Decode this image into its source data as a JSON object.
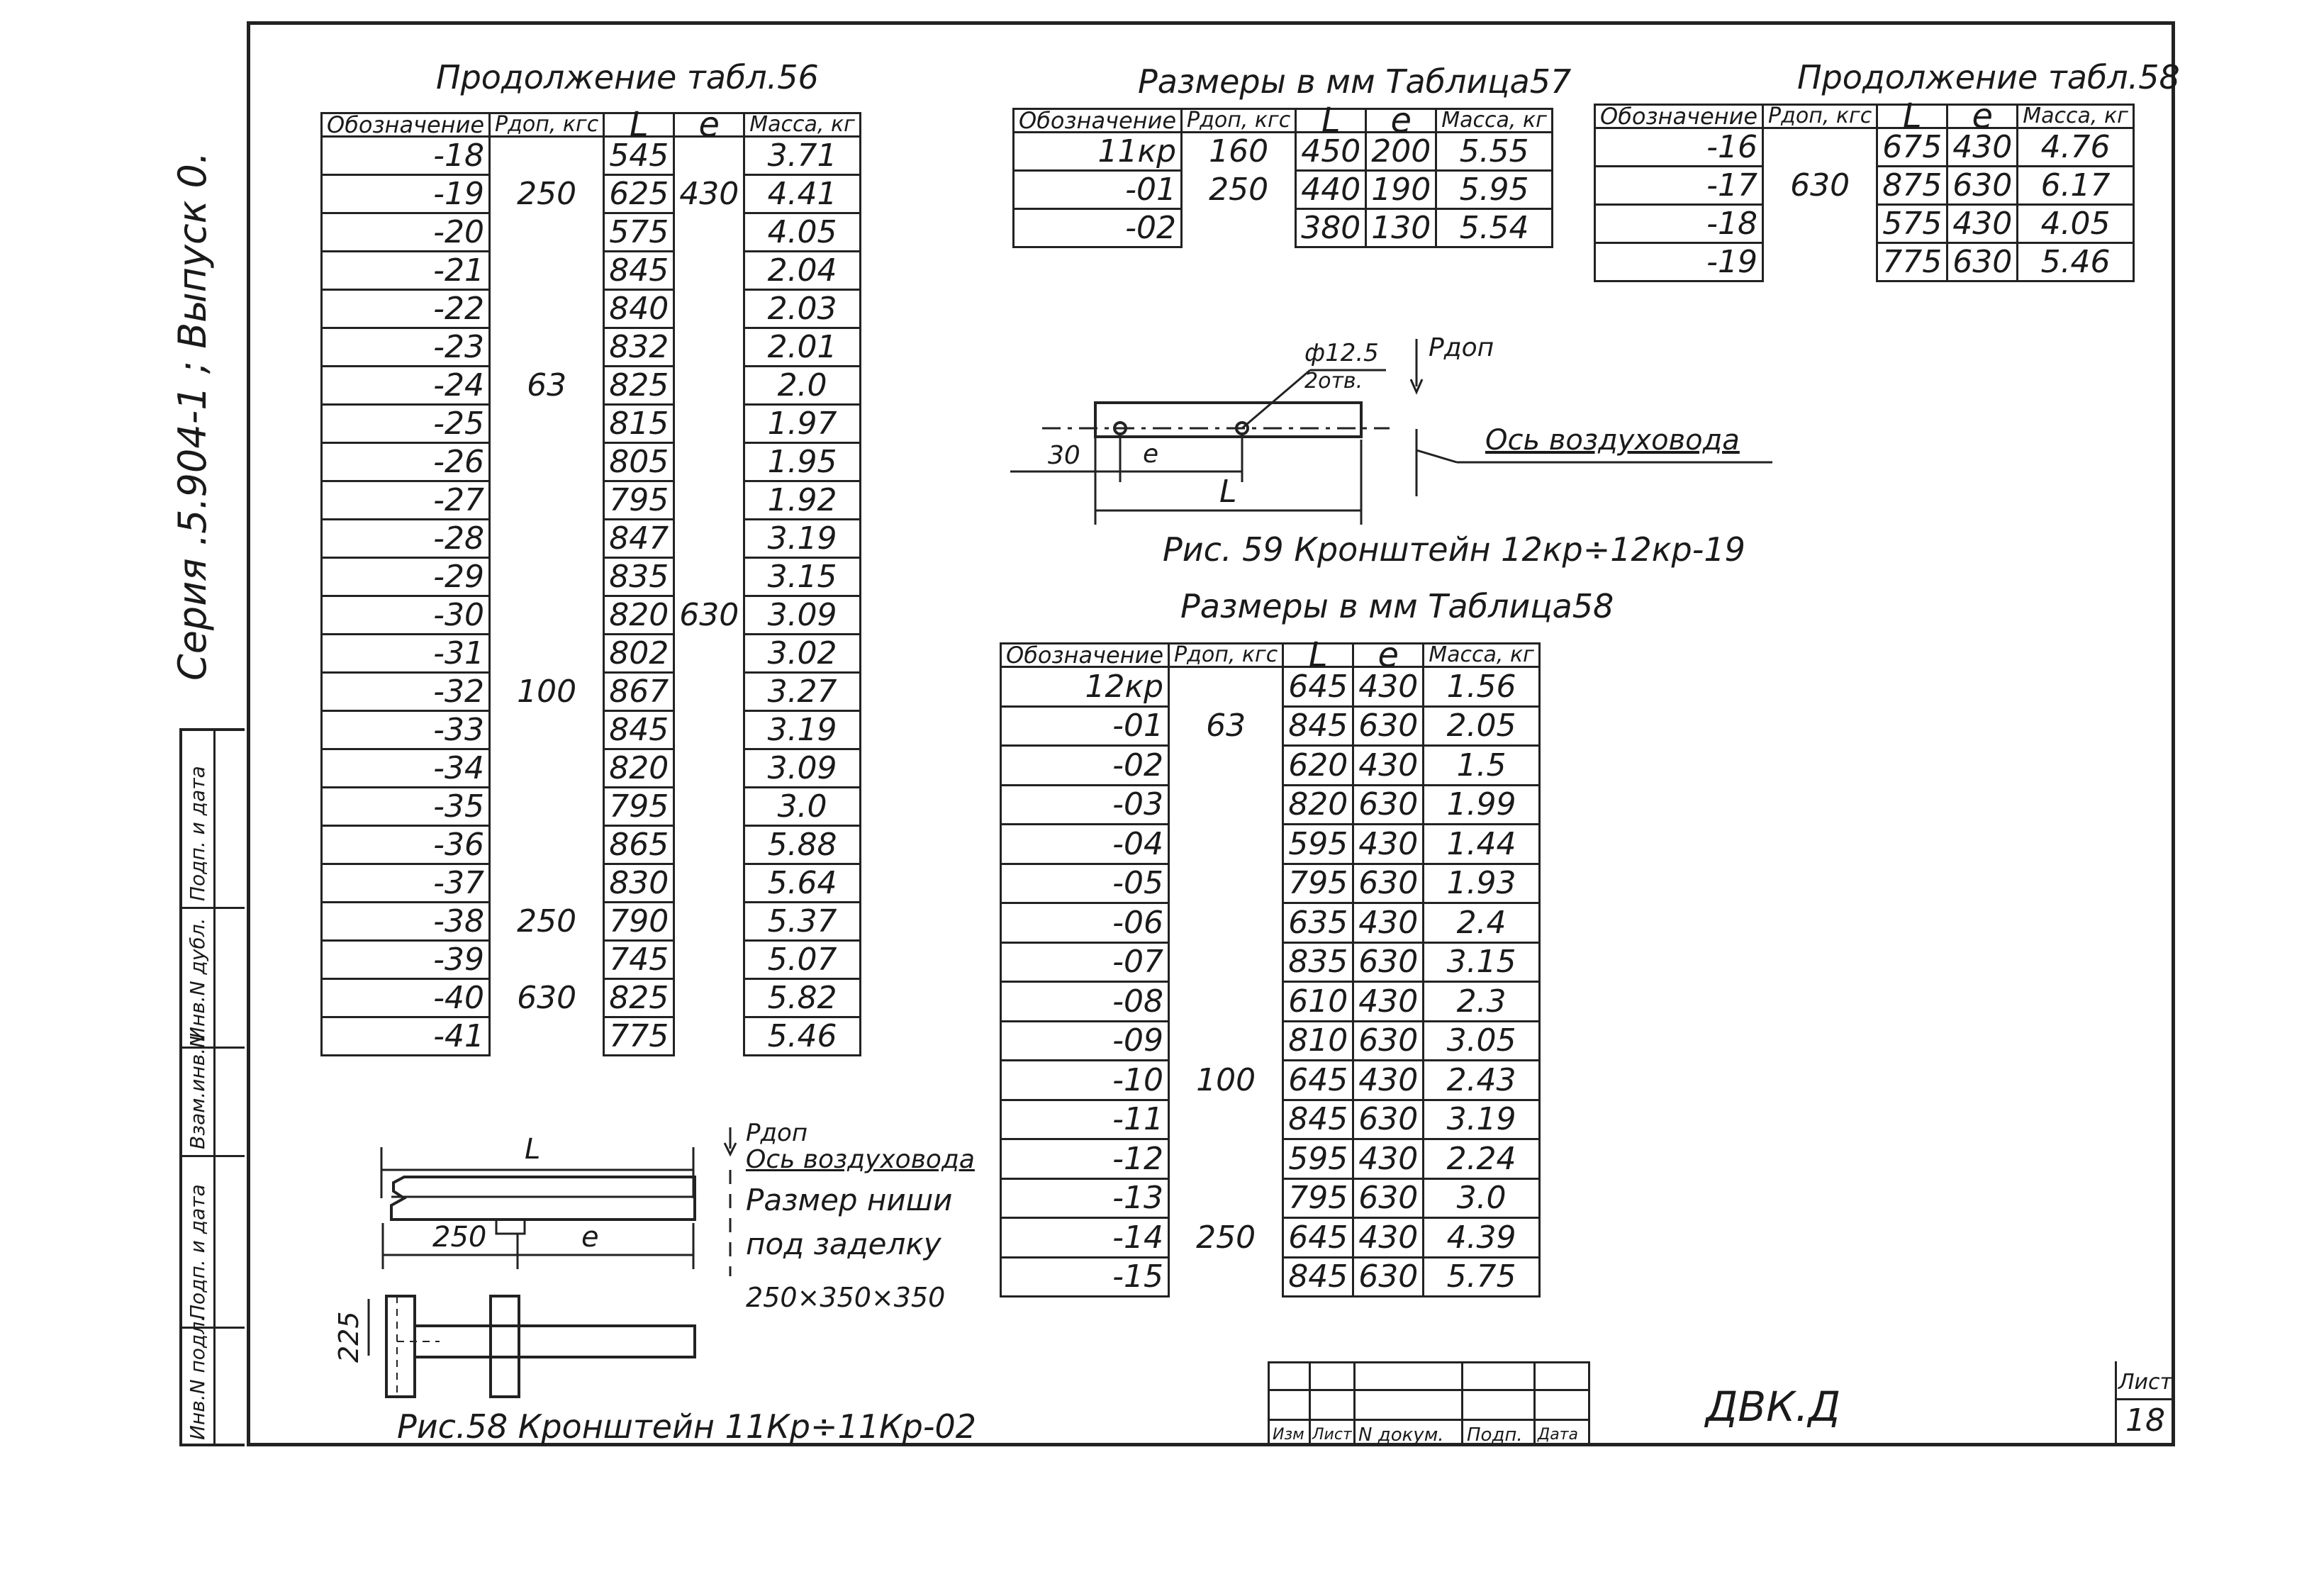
{
  "side_title": "Серия .5.904-1   ;   Выпуск 0.",
  "left_strip": [
    "Инв.N подл.",
    "Подп. и дата",
    "Взам.инв.N",
    "Инв.N дубл.",
    "Подп. и дата"
  ],
  "table56": {
    "title": "Продолжение табл.56",
    "headers": [
      "Обозначение",
      "Рдоп, кгс",
      "L",
      "e",
      "Масса, кг"
    ],
    "rows": [
      [
        "-18",
        "",
        "545",
        "",
        "3.71"
      ],
      [
        "-19",
        "250",
        "625",
        "430",
        "4.41"
      ],
      [
        "-20",
        "",
        "575",
        "",
        "4.05"
      ],
      [
        "-21",
        "",
        "845",
        "",
        "2.04"
      ],
      [
        "-22",
        "",
        "840",
        "",
        "2.03"
      ],
      [
        "-23",
        "",
        "832",
        "",
        "2.01"
      ],
      [
        "-24",
        "63",
        "825",
        "",
        "2.0"
      ],
      [
        "-25",
        "",
        "815",
        "",
        "1.97"
      ],
      [
        "-26",
        "",
        "805",
        "",
        "1.95"
      ],
      [
        "-27",
        "",
        "795",
        "",
        "1.92"
      ],
      [
        "-28",
        "",
        "847",
        "",
        "3.19"
      ],
      [
        "-29",
        "",
        "835",
        "",
        "3.15"
      ],
      [
        "-30",
        "",
        "820",
        "630",
        "3.09"
      ],
      [
        "-31",
        "",
        "802",
        "",
        "3.02"
      ],
      [
        "-32",
        "100",
        "867",
        "",
        "3.27"
      ],
      [
        "-33",
        "",
        "845",
        "",
        "3.19"
      ],
      [
        "-34",
        "",
        "820",
        "",
        "3.09"
      ],
      [
        "-35",
        "",
        "795",
        "",
        "3.0"
      ],
      [
        "-36",
        "",
        "865",
        "",
        "5.88"
      ],
      [
        "-37",
        "",
        "830",
        "",
        "5.64"
      ],
      [
        "-38",
        "250",
        "790",
        "",
        "5.37"
      ],
      [
        "-39",
        "",
        "745",
        "",
        "5.07"
      ],
      [
        "-40",
        "630",
        "825",
        "",
        "5.82"
      ],
      [
        "-41",
        "",
        "775",
        "",
        "5.46"
      ]
    ]
  },
  "table57": {
    "title": "Размеры в мм Таблица57",
    "headers": [
      "Обозначение",
      "Рдоп, кгс",
      "L",
      "e",
      "Масса, кг"
    ],
    "rows": [
      [
        "11кр",
        "160",
        "450",
        "200",
        "5.55"
      ],
      [
        "-01",
        "250",
        "440",
        "190",
        "5.95"
      ],
      [
        "-02",
        "",
        "380",
        "130",
        "5.54"
      ]
    ]
  },
  "table58cont": {
    "title": "Продолжение табл.58",
    "headers": [
      "Обозначение",
      "Рдоп, кгс",
      "L",
      "e",
      "Масса, кг"
    ],
    "rows": [
      [
        "-16",
        "",
        "675",
        "430",
        "4.76"
      ],
      [
        "-17",
        "630",
        "875",
        "630",
        "6.17"
      ],
      [
        "-18",
        "",
        "575",
        "430",
        "4.05"
      ],
      [
        "-19",
        "",
        "775",
        "630",
        "5.46"
      ]
    ]
  },
  "table58": {
    "title": "Размеры в мм Таблица58",
    "headers": [
      "Обозначение",
      "Рдоп, кгс",
      "L",
      "e",
      "Масса, кг"
    ],
    "rows": [
      [
        "12кр",
        "",
        "645",
        "430",
        "1.56"
      ],
      [
        "-01",
        "63",
        "845",
        "630",
        "2.05"
      ],
      [
        "-02",
        "",
        "620",
        "430",
        "1.5"
      ],
      [
        "-03",
        "",
        "820",
        "630",
        "1.99"
      ],
      [
        "-04",
        "",
        "595",
        "430",
        "1.44"
      ],
      [
        "-05",
        "",
        "795",
        "630",
        "1.93"
      ],
      [
        "-06",
        "",
        "635",
        "430",
        "2.4"
      ],
      [
        "-07",
        "",
        "835",
        "630",
        "3.15"
      ],
      [
        "-08",
        "",
        "610",
        "430",
        "2.3"
      ],
      [
        "-09",
        "",
        "810",
        "630",
        "3.05"
      ],
      [
        "-10",
        "100",
        "645",
        "430",
        "2.43"
      ],
      [
        "-11",
        "",
        "845",
        "630",
        "3.19"
      ],
      [
        "-12",
        "",
        "595",
        "430",
        "2.24"
      ],
      [
        "-13",
        "",
        "795",
        "630",
        "3.0"
      ],
      [
        "-14",
        "250",
        "645",
        "430",
        "4.39"
      ],
      [
        "-15",
        "",
        "845",
        "630",
        "5.75"
      ]
    ]
  },
  "fig59": {
    "caption": "Рис. 59 Кронштейн 12кр÷12кр-19",
    "hole": "ф12.5",
    "hole_note": "2отв.",
    "force": "Рдоп",
    "axis": "Ось воздуховода",
    "dim30": "30",
    "dim_e": "e",
    "dim_L": "L"
  },
  "fig58": {
    "caption": "Рис.58 Кронштейн 11Кр÷11Кр-02",
    "force": "Рдоп",
    "axis": "Ось воздуховода",
    "niche1": "Размер ниши",
    "niche2": "под заделку",
    "niche3": "250×350×350",
    "dim_L": "L",
    "dim250": "250",
    "dim_e": "e",
    "dim225": "225"
  },
  "stamp": {
    "cols": [
      "Изм",
      "Лист",
      "N докум.",
      "Подп.",
      "Дата"
    ],
    "code": "ДВК.Д",
    "sheet_label": "Лист",
    "sheet_no": "18"
  }
}
